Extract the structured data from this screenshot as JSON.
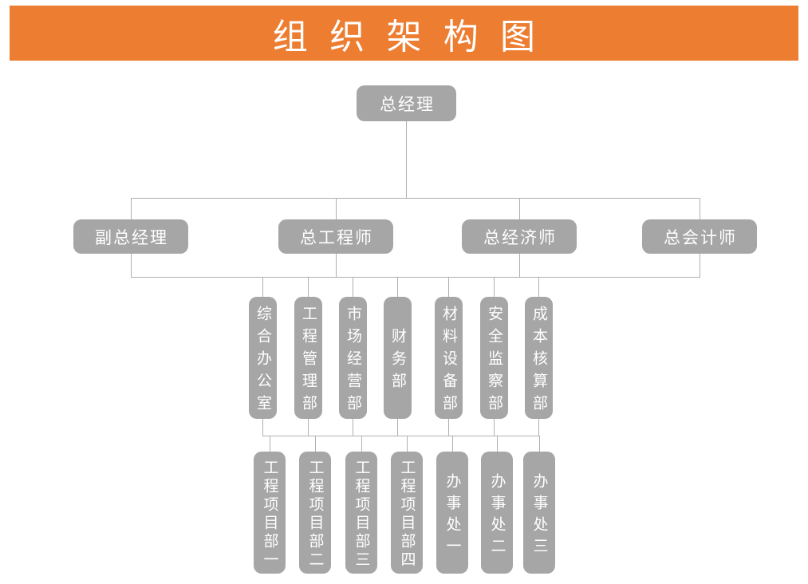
{
  "title": "组织架构图",
  "colors": {
    "banner": "#ED7D31",
    "node_fill": "#A6A6A6",
    "connector": "#AFAFAF",
    "node_text": "#FFFFFF",
    "background": "#FFFFFF"
  },
  "org": {
    "root": {
      "label": "总经理"
    },
    "executives": [
      {
        "label": "副总经理"
      },
      {
        "label": "总工程师"
      },
      {
        "label": "总经济师"
      },
      {
        "label": "总会计师"
      }
    ],
    "departments": [
      {
        "label": "综合办公室"
      },
      {
        "label": "工程管理部"
      },
      {
        "label": "市场经营部"
      },
      {
        "label": "财务部"
      },
      {
        "label": "材料设备部"
      },
      {
        "label": "安全监察部"
      },
      {
        "label": "成本核算部"
      }
    ],
    "units": [
      {
        "label": "工程项目部一"
      },
      {
        "label": "工程项目部二"
      },
      {
        "label": "工程项目部三"
      },
      {
        "label": "工程项目部四"
      },
      {
        "label": "办事处一"
      },
      {
        "label": "办事处二"
      },
      {
        "label": "办事处三"
      }
    ]
  }
}
